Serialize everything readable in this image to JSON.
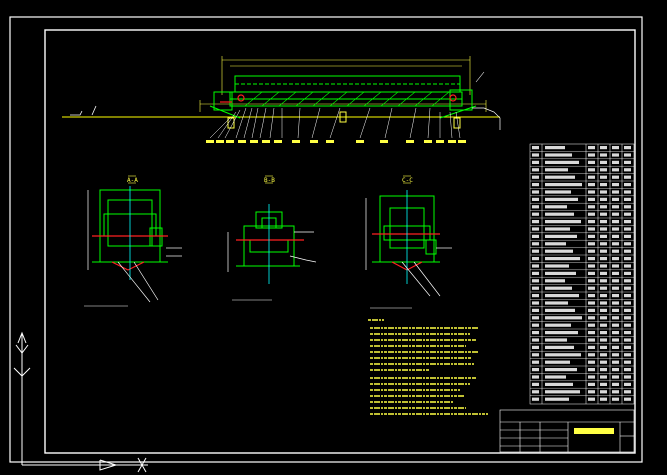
{
  "views": [
    {
      "id": "A-A",
      "label": "A-A"
    },
    {
      "id": "B-B",
      "label": "B-B"
    },
    {
      "id": "C-C",
      "label": "C-C"
    }
  ],
  "colors": {
    "background": "#000000",
    "frame": "#ffffff",
    "geometry": "#00ff00",
    "accent": "#ffff00",
    "red": "#ff2020",
    "cyan": "#00ffff",
    "magenta": "#ff40ff"
  }
}
